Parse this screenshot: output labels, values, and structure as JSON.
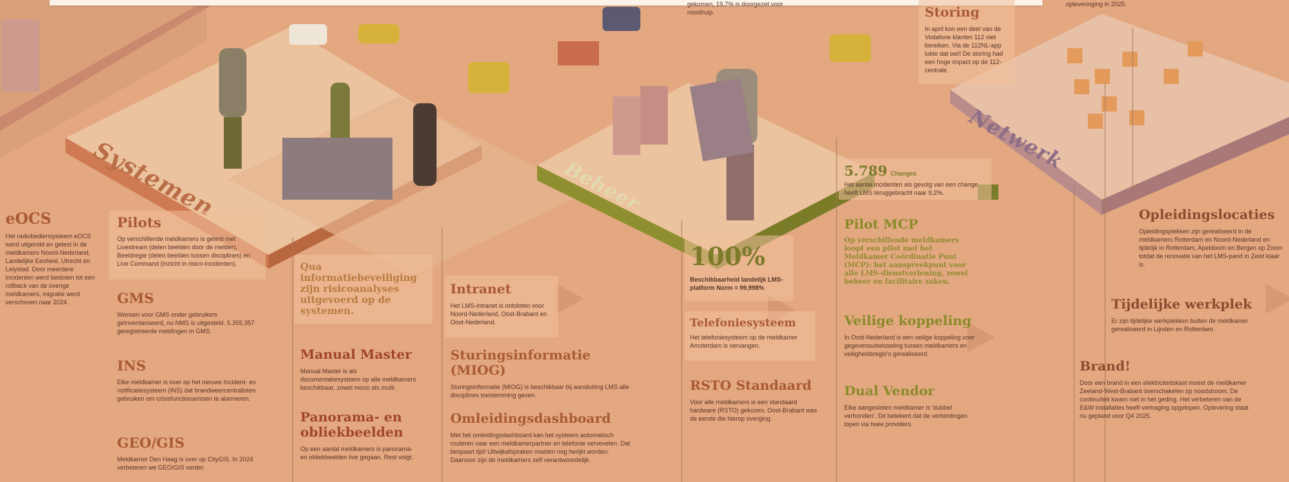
{
  "top_bar": {},
  "snippets": {
    "noodhulp": "gekomen, 19,7% is doorgezet voor noodhulp.",
    "nl_top": "opleveringing in 2025."
  },
  "stripes": {
    "systemen": "Systemen",
    "beheer": "Beheer",
    "netwerk": "Netwerk"
  },
  "eocs": {
    "title": "eOCS",
    "text": "Het radiobediensysteem eOCS werd uitgerold en getest in de meldkamers Noord-Nederland, Landelijke Eenheid, Utrecht en Lelystad. Door meerdere incidenten werd besloten tot een rollback van de overige meldkamers, migratie werd verschoven naar 2024."
  },
  "pilots": {
    "title": "Pilots",
    "text": "Op verschillende meldkamers is getest met Livestream (delen beelden door de melder), Beeldregie (delen beelden tussen disciplines) en Live Command (inzicht in risico-incidenten)."
  },
  "gms": {
    "title": "GMS",
    "text": "Wensen voor GMS onder gebruikers geïnventariseerd, nu NMS is uitgesteld. 5.355.357 geregistreerde meldingen in GMS."
  },
  "ins": {
    "title": "INS",
    "text": "Elke meldkamer is over op het nieuwe Incident- en notificatiesysteem (INS) dat brandweercentralisten gebruiken om crisisfunctionarissen te alarmeren."
  },
  "geogis": {
    "title": "GEO/GIS",
    "text": "Meldkamer Den Haag is over op CityGIS. In 2024 verbeteren we GEO/GIS verder."
  },
  "security": {
    "text": "Qua informatiebeveiliging zijn risicoanalyses uitgevoerd op de systemen."
  },
  "manual_master": {
    "title": "Manual Master",
    "text": "Manual Master is als documentatiesysteem op alle meldkamers beschikbaar, zowel mono als multi."
  },
  "panorama": {
    "title": "Panorama- en obliekbeelden",
    "text": "Op een aantal meldkamers is panorama- en obliekbeelden live gegaan. Rest volgt."
  },
  "intranet": {
    "title": "Intranet",
    "text": "Het LMS-intranet is ontsloten voor Noord-Nederland, Oost-Brabant en Oost-Nederland."
  },
  "miog": {
    "title": "Sturingsinformatie (MIOG)",
    "text": "Sturingsinformatie (MIOG) is beschikbaar bij aansluiting LMS alle disciplines toestemming geven."
  },
  "omleiding": {
    "title": "Omleidingsdashboard",
    "text": "Met het omleidingsdashboard kan het systeem automatisch routeren naar een meldkamerpartner en telefonie vervevelen. Dat bespaart tijd! Uitwijkafspraken moeten nog herijkt worden. Daarvoor zijn de meldkamers zelf verantwoordelijk."
  },
  "availability": {
    "value": "100%",
    "text": "Beschikbaarheid landelijk LMS-platform Norm = 99,998%"
  },
  "telefonie": {
    "title": "Telefoniesysteem",
    "text": "Het telefoniesysteem op de meldkamer Amsterdam is vervangen."
  },
  "rsto": {
    "title": "RSTO Standaard",
    "text": "Voor alle meldkamers is een standaard hardware (RSTO) gekozen. Oost-Brabant was de eerste die hierop overging."
  },
  "storing": {
    "title": "Storing",
    "text": "In april kon een deel van de Vodafone klanten 112 niet bereiken. Via de 112NL-app lukte dat wel! De storing had een hoge impact op de 112-centrale."
  },
  "changes": {
    "value": "5.789",
    "label": "Changes",
    "text": "Het aantal incidenten als gevolg van een change heeft LMS teruggebracht naar 9,2%."
  },
  "pilot_mcp": {
    "title": "Pilot MCP",
    "text": "Op verschillende meldkamers loopt een pilot met het Meldkamer Coördinatie Punt (MCP): het aanspreekpunt voor alle LMS-dienstverlening, zowel beheer en facilitaire zaken."
  },
  "veilige": {
    "title": "Veilige koppeling",
    "text": "In Oost-Nederland is een veilige koppeling voor gegevensuitwisseling tussen meldkamers en veiligheidsregio's gerealiseerd."
  },
  "dual": {
    "title": "Dual Vendor",
    "text": "Elke aangesloten meldkamer is 'dubbel verbonden'. Dit betekent dat de verbindingen lopen via twee providers."
  },
  "opleiding": {
    "title": "Opleidingslocaties",
    "text": "Opleidingsplekken zijn gerealiseerd in de meldkamers Rotterdam en Noord-Nederland en tijdelijk in Rotterdam, Apeldoorn en Bergen op Zoom totdat de renovatie van het LMS-pand in Zeist klaar is."
  },
  "werkplek": {
    "title": "Tijdelijke werkplek",
    "text": "Er zijn tijdelijke werkplekken buiten de meldkamer gerealiseerd in Lijnden en Rotterdam."
  },
  "brand": {
    "title": "Brand!",
    "text": "Door een brand in een elektriciteitskast moest de meldkamer Zeeland-West-Brabant overschakelen op noodstroom. De continuïteit kwam niet in het geding. Het verbeteren van de E&W installaties heeft vertraging opgelopen. Oplevering staat nu gepland voor Q4 2025."
  },
  "colors": {
    "background": "#e3a880",
    "accent": "#a95a35",
    "olive": "#7d7a2b"
  }
}
